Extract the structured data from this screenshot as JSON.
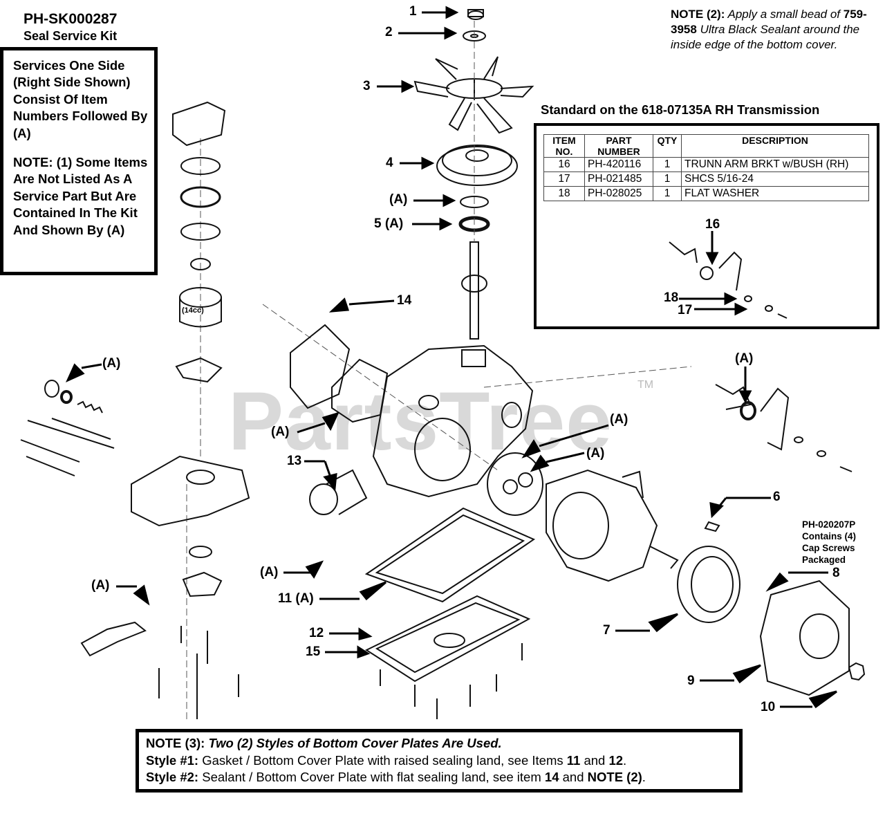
{
  "kit": {
    "id": "PH-SK000287",
    "name": "Seal Service Kit"
  },
  "service_box": {
    "line1": "Services One Side (Right Side Shown) Consist Of Item Numbers Followed By (A)",
    "note1": "NOTE: (1) Some Items Are Not Listed As A Service Part But Are Contained In The Kit And Shown By (A)"
  },
  "note2": {
    "label": "NOTE (2):",
    "text_a": "Apply a small bead of",
    "part": "759-3958",
    "text_b": "Ultra Black Sealant around the inside edge of the bottom cover."
  },
  "standard": {
    "title": "Standard on the 618-07135A RH Transmission",
    "headers": [
      "ITEM NO.",
      "PART NUMBER",
      "QTY",
      "DESCRIPTION"
    ],
    "rows": [
      {
        "item": "16",
        "part": "PH-420116",
        "qty": "1",
        "desc": "TRUNN ARM BRKT w/BUSH (RH)"
      },
      {
        "item": "17",
        "part": "PH-021485",
        "qty": "1",
        "desc": "SHCS 5/16-24"
      },
      {
        "item": "18",
        "part": "PH-028025",
        "qty": "1",
        "desc": "FLAT WASHER"
      }
    ],
    "callouts": [
      "16",
      "18",
      "17"
    ]
  },
  "callouts": {
    "c1": "1",
    "c2": "2",
    "c3": "3",
    "c4": "4",
    "cA1": "(A)",
    "c5": "5 (A)",
    "c14": "14",
    "cA_left": "(A)",
    "cA_mid": "(A)",
    "c13": "13",
    "cA_right": "(A)",
    "cA_seal1": "(A)",
    "cA_seal2": "(A)",
    "c6": "6",
    "c8": "8",
    "cA_low": "(A)",
    "cA_bottomleft": "(A)",
    "c11": "11 (A)",
    "c12": "12",
    "c15": "15",
    "c7": "7",
    "c9": "9",
    "c10": "10",
    "c14cc": "(14cc)"
  },
  "package_note": {
    "line1": "PH-020207P",
    "line2": "Contains (4)",
    "line3": "Cap Screws",
    "line4": "Packaged"
  },
  "watermark": "PartsTree",
  "trademark": "TM",
  "note3": {
    "label": "NOTE (3):",
    "title": "Two (2) Styles of Bottom Cover Plates Are Used.",
    "style1_label": "Style #1:",
    "style1_text": "Gasket / Bottom Cover Plate with raised sealing land, see Items",
    "style1_item_a": "11",
    "style1_and": "and",
    "style1_item_b": "12",
    "style2_label": "Style #2:",
    "style2_text": "Sealant / Bottom Cover Plate with flat sealing land, see item",
    "style2_item": "14",
    "style2_and": "and",
    "style2_note": "NOTE (2)"
  }
}
